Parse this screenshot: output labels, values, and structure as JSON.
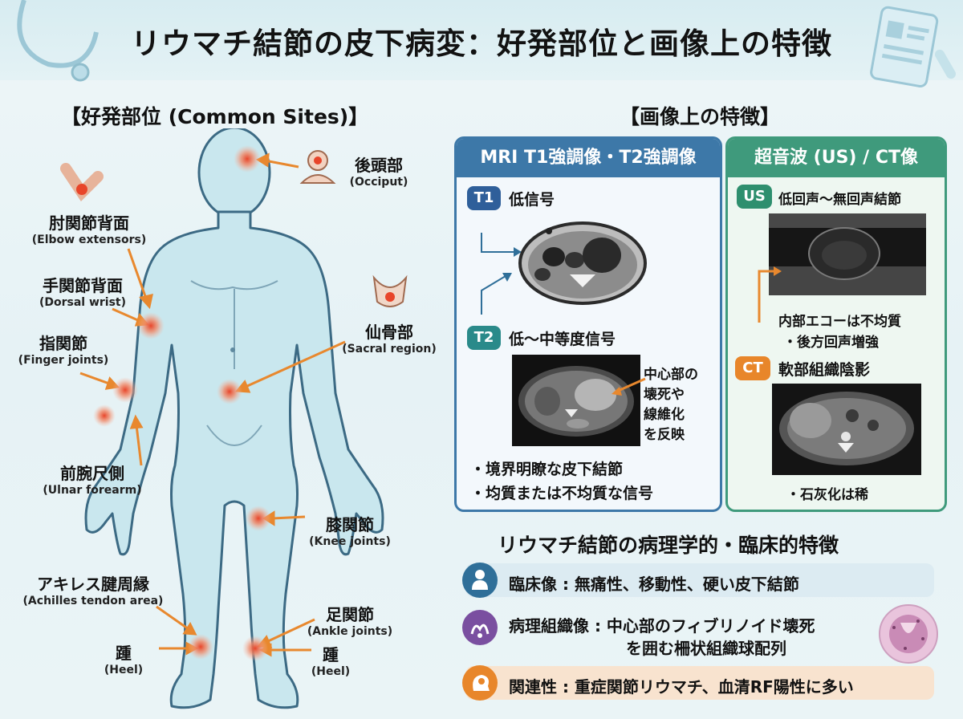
{
  "title": "リウマチ結節の皮下病変：好発部位と画像上の特徴",
  "sites": {
    "heading": "【好発部位 (Common Sites)】",
    "occiput": {
      "jp": "後頭部",
      "en": "(Occiput)"
    },
    "elbow": {
      "jp": "肘関節背面",
      "en": "(Elbow extensors)"
    },
    "wrist": {
      "jp": "手関節背面",
      "en": "(Dorsal wrist)"
    },
    "finger": {
      "jp": "指関節",
      "en": "(Finger joints)"
    },
    "sacral": {
      "jp": "仙骨部",
      "en": "(Sacral region)"
    },
    "ulnar": {
      "jp": "前腕尺側",
      "en": "(Ulnar forearm)"
    },
    "knee": {
      "jp": "膝関節",
      "en": "(Knee joints)"
    },
    "achilles": {
      "jp": "アキレス腱周縁",
      "en": "(Achilles tendon area)"
    },
    "ankle": {
      "jp": "足関節",
      "en": "(Ankle joints)"
    },
    "heel_left": {
      "jp": "踵",
      "en": "(Heel)"
    },
    "heel_right": {
      "jp": "踵",
      "en": "(Heel)"
    }
  },
  "imaging": {
    "heading": "【画像上の特徴】",
    "mri": {
      "header": "MRI T1強調像・T2強調像",
      "t1_badge": "T1",
      "t1_text": "低信号",
      "t2_badge": "T2",
      "t2_text": "低〜中等度信号",
      "callout_lines": [
        "中心部の",
        "壊死や",
        "線維化",
        "を反映"
      ],
      "bullets": [
        "・境界明瞭な皮下結節",
        "・均質または不均質な信号"
      ]
    },
    "us_ct": {
      "header": "超音波 (US) / CT像",
      "us_badge": "US",
      "us_text": "低回声〜無回声結節",
      "us_notes": [
        "内部エコーは不均質",
        "・後方回声増強"
      ],
      "ct_badge": "CT",
      "ct_text": "軟部組織陰影",
      "ct_note": "・石灰化は稀"
    }
  },
  "features": {
    "heading": "リウマチ結節の病理学的・臨床的特徴",
    "clinical": "臨床像 : 無痛性、移動性、硬い皮下結節",
    "pathology_line1": "病理組織像 : 中心部のフィブリノイド壊死",
    "pathology_line2": "を囲む柵状組織球配列",
    "association": "関連性 : 重症関節リウマチ、血清RF陽性に多い"
  },
  "colors": {
    "mri_header": "#3d78a8",
    "us_header": "#3f9a7c",
    "t1_badge": "#2f5f9a",
    "t2_badge": "#2a8a8a",
    "us_badge": "#2e8f6e",
    "ct_badge": "#e8862a",
    "arrow": "#e8882e",
    "lesion": "#e85a3a",
    "clinical_icon": "#2f6f99",
    "pathology_icon": "#7a4fa0",
    "association_icon": "#e8862a"
  }
}
